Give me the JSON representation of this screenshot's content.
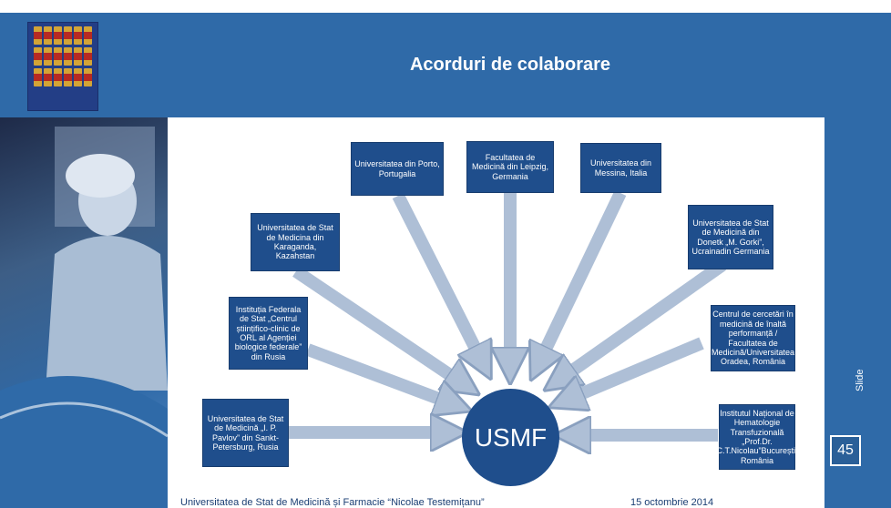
{
  "header": {
    "title": "Acorduri de colaborare"
  },
  "hub": {
    "label": "USMF"
  },
  "partners": [
    {
      "id": "porto",
      "label": "Universitatea din Porto, Portugalia"
    },
    {
      "id": "leipzig",
      "label": "Facultatea de Medicină din Leipzig, Germania"
    },
    {
      "id": "messina",
      "label": "Universitatea din Messina, Italia"
    },
    {
      "id": "karaganda",
      "label": "Universitatea de Stat de Medicina din Karaganda, Kazahstan"
    },
    {
      "id": "donetk",
      "label": "Universitatea de Stat de Medicină din Donetk „M. Gorki”, Ucrainadin Germania"
    },
    {
      "id": "fmba",
      "label": "Instituția Federala de Stat „Centrul științifico-clinic de ORL al Agenției biologice federale” din Rusia"
    },
    {
      "id": "oradea",
      "label": "Centrul de cercetări în medicină de înaltă performanță / Facultatea de Medicină/Universitatea Oradea, România"
    },
    {
      "id": "pavlov",
      "label": "Universitatea de Stat de Medicină „I. P. Pavlov” din Sankt-Petersburg, Rusia"
    },
    {
      "id": "hematologie",
      "label": "Institutul Național de Hematologie Transfuzională „Prof.Dr. C.T.Nicolau”București, România"
    }
  ],
  "footer": {
    "university": "Universitatea de Stat de Medicină și Farmacie “Nicolae Testemițanu”",
    "date": "15 octombrie 2014"
  },
  "slide": {
    "label": "Slide",
    "number": "45"
  },
  "colors": {
    "header": "#2f6aa8",
    "box": "#1f4e8c",
    "arrow": "#aebfd6"
  }
}
